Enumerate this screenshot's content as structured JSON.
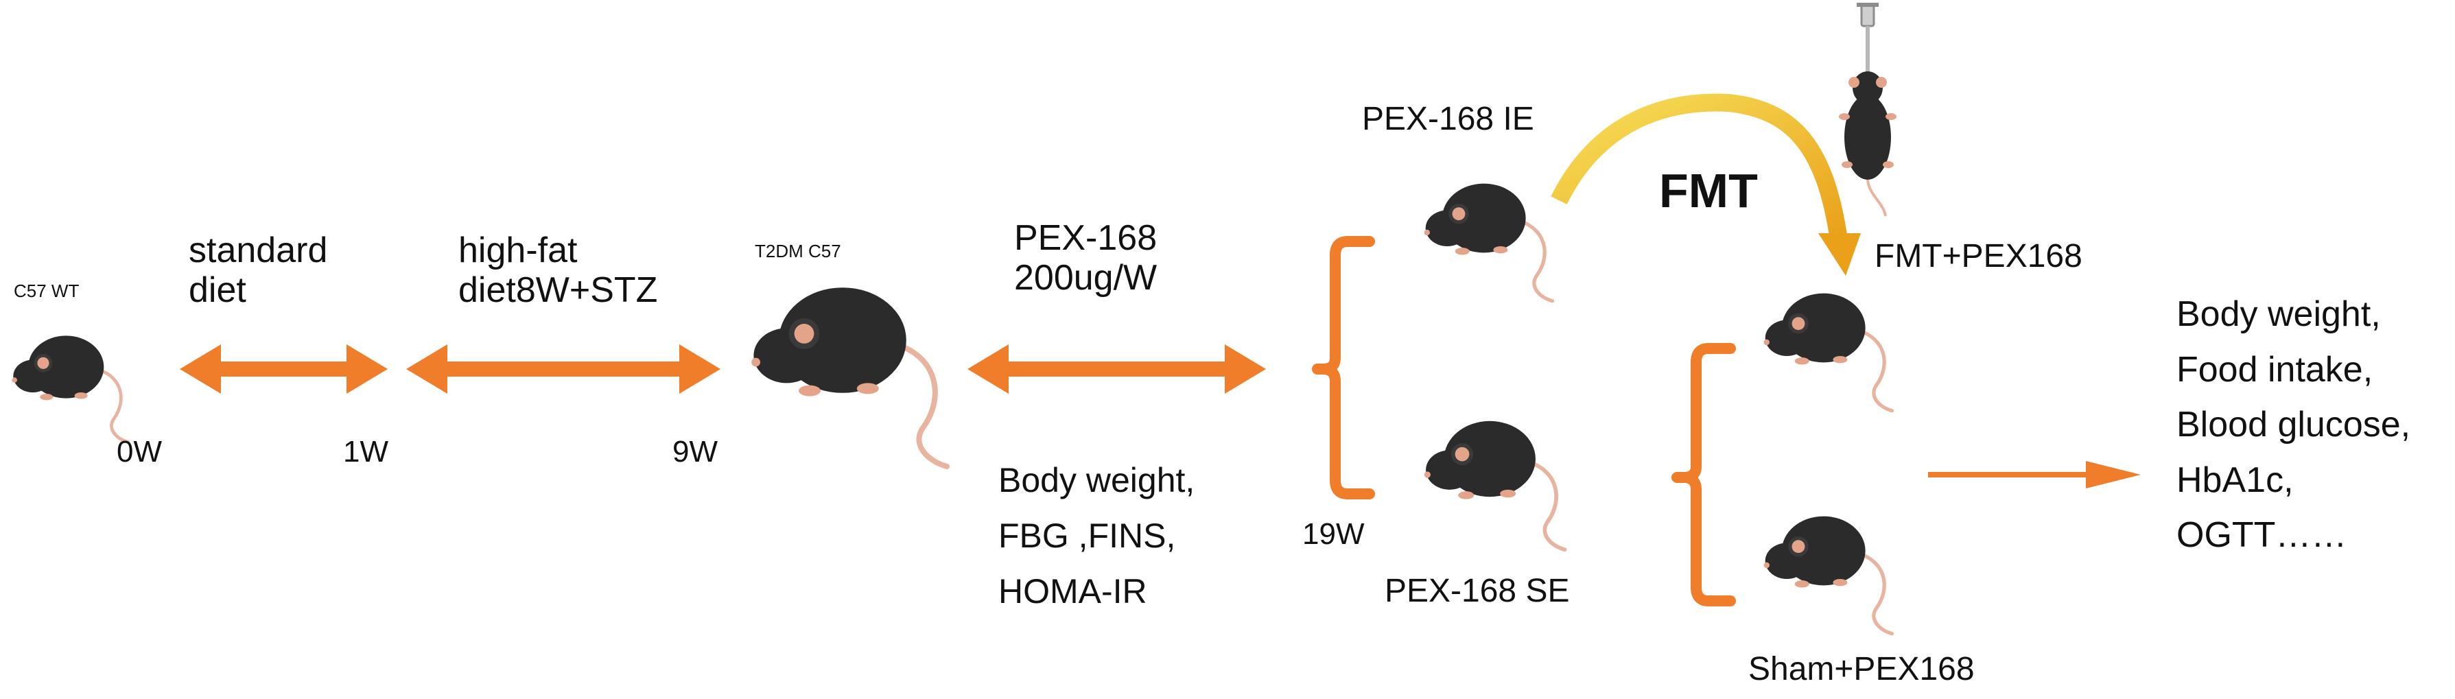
{
  "colors": {
    "arrow": "#ef7d2a",
    "bracket": "#ef7d2a",
    "mouse_body": "#2b2b2b",
    "mouse_ear": "#e3a48a",
    "fmt_arc_start": "#f7e05a",
    "fmt_arc_end": "#eaa019"
  },
  "icons": {
    "mouse": "mouse-icon",
    "syringe": "syringe-icon",
    "arrow": "double-arrow-icon"
  },
  "labels": {
    "c57_wt": "C57 WT",
    "t2dm_c57": "T2DM C57",
    "standard_diet": "standard\ndiet",
    "high_fat": "high-fat\ndiet8W+STZ",
    "pex_dose": "PEX-168\n200ug/W",
    "pex_ie": "PEX-168 IE",
    "pex_se": "PEX-168 SE",
    "fmt": "FMT",
    "fmt_pex": "FMT+PEX168",
    "sham_pex": "Sham+PEX168",
    "w0": "0W",
    "w1": "1W",
    "w9": "9W",
    "w19": "19W",
    "measures_mid": "Body weight,\nFBG ,FINS,\nHOMA-IR",
    "outcomes": "Body weight,\nFood intake,\nBlood glucose,\nHbA1c,\nOGTT……"
  }
}
